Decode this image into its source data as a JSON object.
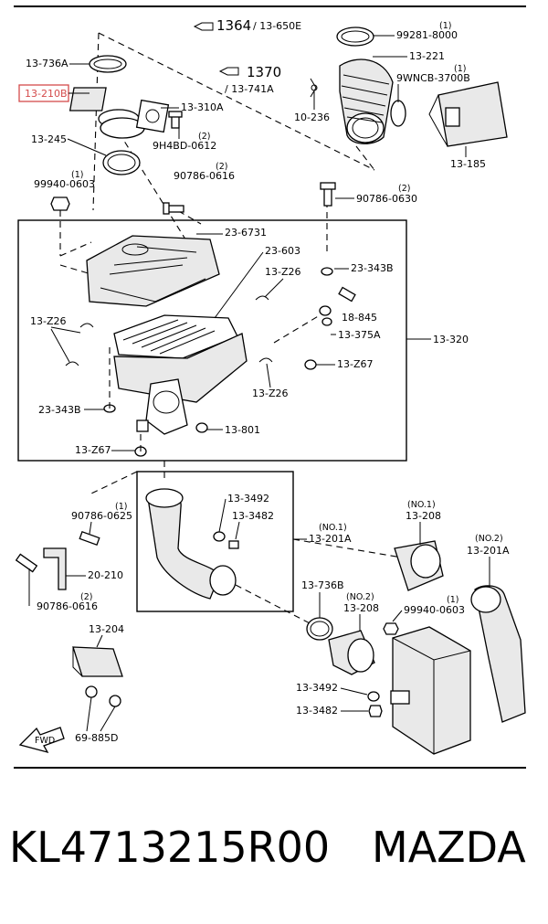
{
  "brand": "MAZDA",
  "part_number": "KL4713215R00",
  "refs": {
    "ref1_num": "1364",
    "ref1_sub": "/ 13-650E",
    "ref2_num": "1370",
    "ref2_sub": "/ 13-741A",
    "fwd": "FWD"
  },
  "labels": {
    "l_13736a": "13-736A",
    "l_13210b": "13-210B",
    "l_13310a": "13-310A",
    "l_13245": "13-245",
    "l_9h4bd": "9H4BD-0612",
    "l_9h4bd_q": "(2)",
    "l_99940a": "99940-0603",
    "l_99940a_q": "(1)",
    "l_90786a": "90786-0616",
    "l_90786a_q": "(2)",
    "l_99281": "99281-8000",
    "l_99281_q": "(1)",
    "l_13221": "13-221",
    "l_9wncb": "9WNCB-3700B",
    "l_9wncb_q": "(1)",
    "l_10236": "10-236",
    "l_13185": "13-185",
    "l_90786b": "90786-0630",
    "l_90786b_q": "(2)",
    "l_236731": "23-6731",
    "l_23603": "23-603",
    "l_13z26a": "13-Z26",
    "l_23343b_a": "23-343B",
    "l_18845": "18-845",
    "l_13375a": "13-375A",
    "l_13320": "13-320",
    "l_13z26b": "13-Z26",
    "l_13z67a": "13-Z67",
    "l_13z26c": "13-Z26",
    "l_23343b_b": "23-343B",
    "l_13801": "13-801",
    "l_13z67b": "13-Z67",
    "l_90786c": "90786-0625",
    "l_90786c_q": "(1)",
    "l_133492a": "13-3492",
    "l_133482a": "13-3482",
    "l_no1a_q": "(NO.1)",
    "l_13201a": "13-201A",
    "l_20210": "20-210",
    "l_90786d": "90786-0616",
    "l_90786d_q": "(2)",
    "l_no1b_q": "(NO.1)",
    "l_13208a": "13-208",
    "l_no2a_q": "(NO.2)",
    "l_13201b": "13-201A",
    "l_13736b": "13-736B",
    "l_no2b_q": "(NO.2)",
    "l_13208b": "13-208",
    "l_99940b": "99940-0603",
    "l_99940b_q": "(1)",
    "l_13204": "13-204",
    "l_133492b": "13-3492",
    "l_133482b": "13-3482",
    "l_69885d": "69-885D"
  },
  "colors": {
    "highlight": "#d44b4b",
    "line": "#000000",
    "background": "#ffffff"
  }
}
